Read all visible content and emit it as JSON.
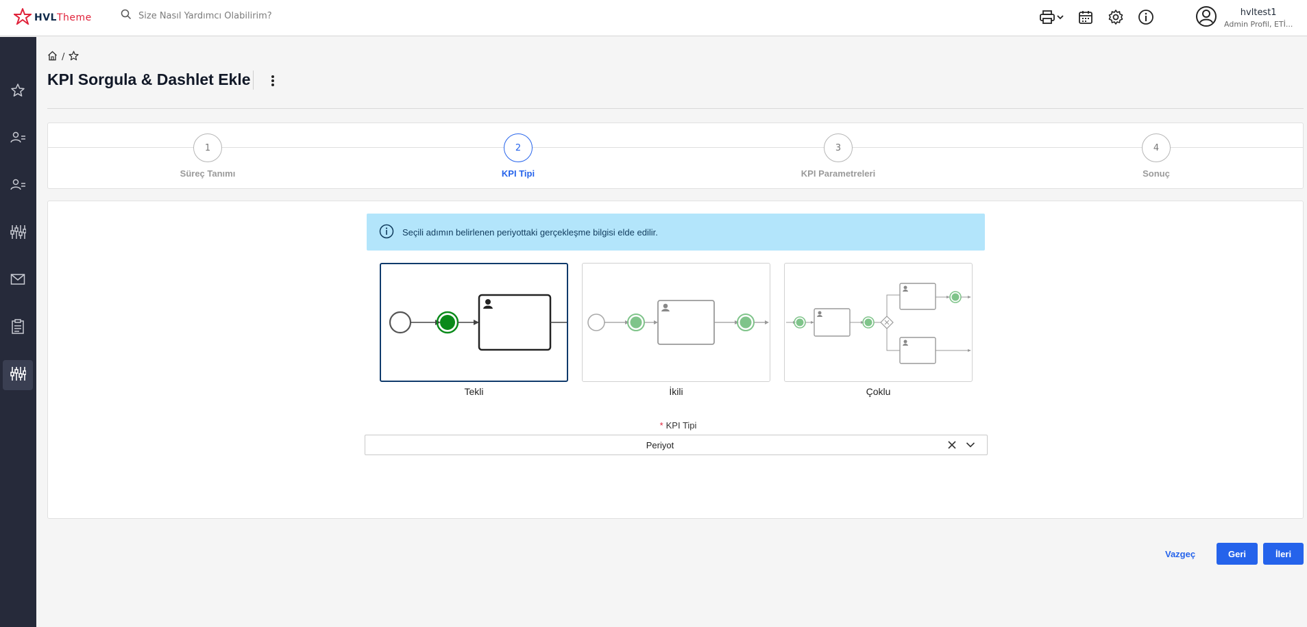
{
  "header": {
    "logo_main": "HVL",
    "logo_sub": "Theme",
    "search_placeholder": "Size Nasıl Yardımcı Olabilirim?",
    "icons": [
      "printer-icon",
      "calendar-icon",
      "gear-icon",
      "info-icon"
    ],
    "user_name": "hvltest1",
    "user_role": "Admin Profil, ETİ..."
  },
  "sidebar": {
    "items": [
      {
        "icon": "star-icon"
      },
      {
        "icon": "users-icon"
      },
      {
        "icon": "users-icon"
      },
      {
        "icon": "sliders-icon"
      },
      {
        "icon": "mail-icon"
      },
      {
        "icon": "clipboard-icon"
      },
      {
        "icon": "sliders-icon",
        "active": true
      }
    ]
  },
  "breadcrumb": {
    "separator": "/"
  },
  "page": {
    "title": "KPI Sorgula & Dashlet Ekle"
  },
  "stepper": {
    "steps": [
      {
        "number": "1",
        "label": "Süreç Tanımı"
      },
      {
        "number": "2",
        "label": "KPI Tipi",
        "active": true
      },
      {
        "number": "3",
        "label": "KPI Parametreleri"
      },
      {
        "number": "4",
        "label": "Sonuç"
      }
    ]
  },
  "info_message": "Seçili adımın belirlenen periyottaki gerçekleşme bilgisi elde edilir.",
  "kpi_types": [
    {
      "label": "Tekli",
      "selected": true
    },
    {
      "label": "İkili"
    },
    {
      "label": "Çoklu"
    }
  ],
  "kpi_field": {
    "label": "KPI Tipi",
    "required_mark": "*",
    "value": "Periyot"
  },
  "footer": {
    "cancel_label": "Vazgeç",
    "back_label": "Geri",
    "next_label": "İleri"
  },
  "colors": {
    "primary": "#2563eb",
    "sidebar_bg": "#262a3a",
    "info_bg": "#b3e5fb",
    "selected_border": "#0f3a6b",
    "bpmn_green": "#0a8a1a"
  }
}
